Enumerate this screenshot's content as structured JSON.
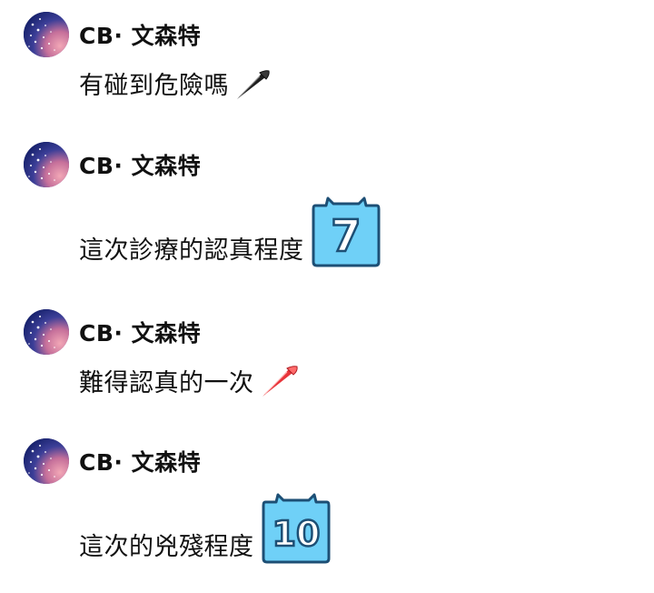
{
  "messages": [
    {
      "sender": "CB· 文森特",
      "text": "有碰到危險嗎",
      "emoji": "black-horn-icon"
    },
    {
      "sender": "CB· 文森特",
      "text": "這次診療的認真程度",
      "emoji": "keycap-icon",
      "badge": "7"
    },
    {
      "sender": "CB· 文森特",
      "text": "難得認真的一次",
      "emoji": "red-horn-icon"
    },
    {
      "sender": "CB· 文森特",
      "text": "這次的兇殘程度",
      "emoji": "keycap-icon",
      "badge": "10"
    }
  ],
  "colors": {
    "keycap_fill": "#6fd0f7",
    "keycap_stroke": "#1d4f75",
    "horn_red": "#e8343a",
    "horn_black": "#1e1e1e"
  }
}
